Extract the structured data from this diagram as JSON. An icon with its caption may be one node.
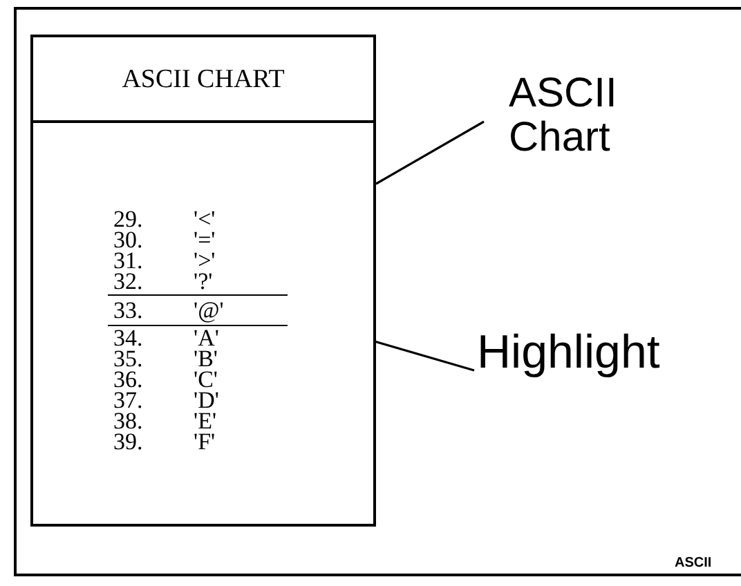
{
  "diagram": {
    "nodes": [
      {
        "text": [
          "ASCII CHART"
        ]
      },
      {
        "text": [
          "ASCII Chart"
        ]
      },
      {
        "text": [
          "33.",
          "'@'"
        ],
        "in": 0
      },
      {
        "text": [
          "Highlight"
        ]
      }
    ],
    "edges": [
      {
        "from": 1,
        "to": 0,
        "arrow": "none"
      },
      {
        "from": 3,
        "to": 2,
        "arrow": "none"
      }
    ],
    "labels": [
      "29.",
      "'<'",
      "30.",
      "'='",
      "31.",
      "'>'",
      "32.",
      "'?'",
      "34.",
      "'A'",
      "35.",
      "'B'",
      "36.",
      "'C'",
      "37.",
      "'D'",
      "38.",
      "'E'",
      "39.",
      "'F'",
      "ASCII"
    ]
  }
}
